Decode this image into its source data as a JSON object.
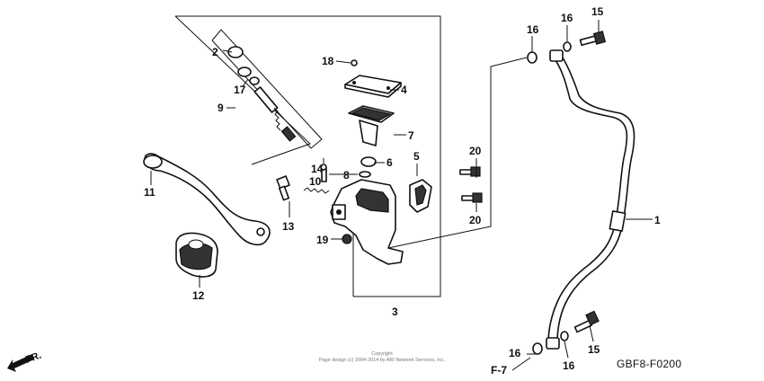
{
  "diagram": {
    "drawing_code": "GBF8-F0200",
    "section_ref": "F-7",
    "front_arrow": "FR.",
    "copyright": {
      "line1": "Copyright",
      "line2": "Page design (c) 2004-2014 by ARI Network Services, Inc."
    },
    "callouts": {
      "c1": "1",
      "c2": "2",
      "c3": "3",
      "c4": "4",
      "c5": "5",
      "c6": "6",
      "c7": "7",
      "c8": "8",
      "c9": "9",
      "c10": "10",
      "c11": "11",
      "c12": "12",
      "c13": "13",
      "c14": "14",
      "c15a": "15",
      "c15b": "15",
      "c16a": "16",
      "c16b": "16",
      "c16c": "16",
      "c16d": "16",
      "c17": "17",
      "c18": "18",
      "c19": "19",
      "c20a": "20",
      "c20b": "20"
    }
  }
}
